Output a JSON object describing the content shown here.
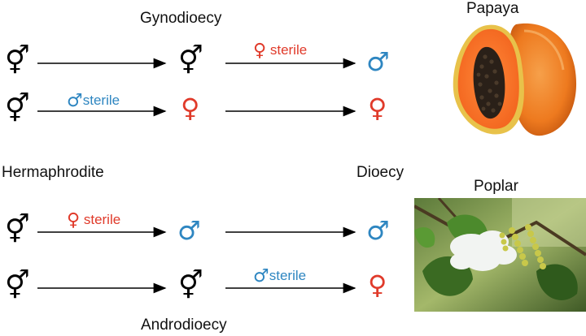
{
  "labels": {
    "gynodioecy": "Gynodioecy",
    "hermaphrodite": "Hermaphrodite",
    "dioecy": "Dioecy",
    "androdioecy": "Androdioecy",
    "papaya": "Papaya",
    "poplar": "Poplar"
  },
  "glyphs": {
    "hermaphrodite": "⚥",
    "male": "♂",
    "female": "♀"
  },
  "sterile": {
    "female_sterile_prefix": "♀",
    "male_sterile_prefix": "♂",
    "text_spaced": " sterile",
    "text_tight": "sterile"
  },
  "colors": {
    "male": "#2e86c1",
    "female": "#e03a2a",
    "arrow": "#000000"
  },
  "images": {
    "papaya": "papaya-fruit-photo",
    "poplar": "poplar-catkin-photo"
  }
}
